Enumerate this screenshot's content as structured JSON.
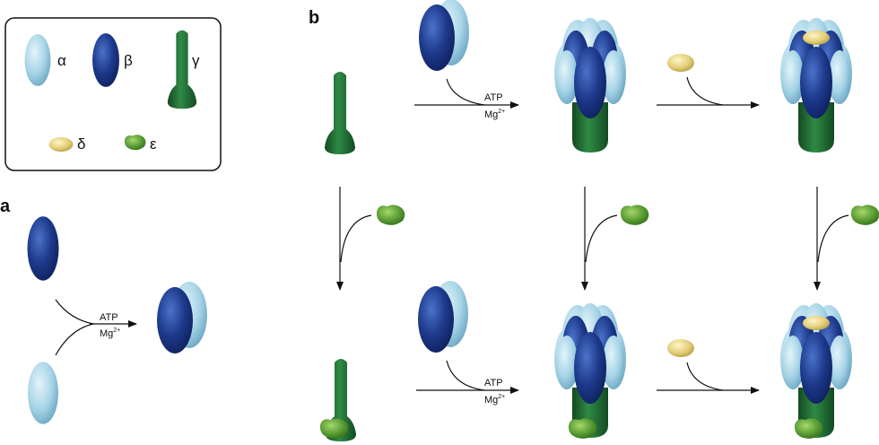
{
  "panels": {
    "a": "a",
    "b": "b"
  },
  "legend": {
    "alpha": "α",
    "beta": "β",
    "gamma": "γ",
    "delta": "δ",
    "epsilon": "ε"
  },
  "reaction": {
    "atp": "ATP",
    "mg": "Mg",
    "mg_charge": "2+"
  },
  "colors": {
    "alpha": "#a6d4e6",
    "beta": "#1e3a8c",
    "gamma": "#1f6a32",
    "delta": "#e4cf7a",
    "epsilon": "#5a9c34"
  }
}
